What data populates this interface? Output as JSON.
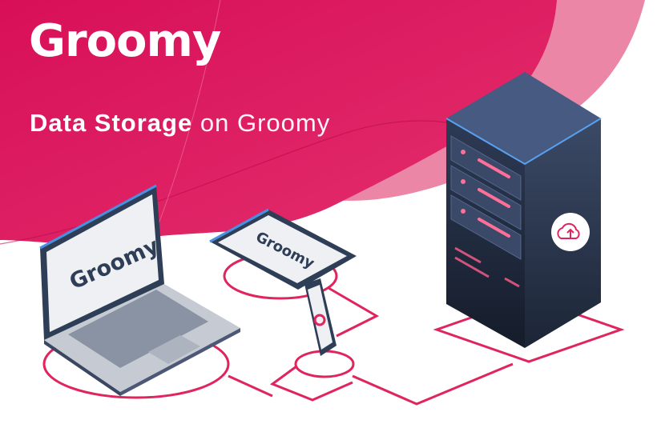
{
  "brand": {
    "logo_text": "Groomy"
  },
  "headline": {
    "bold": "Data Storage",
    "light": "on Groomy"
  },
  "devices": {
    "laptop_screen_text": "Groomy",
    "tablet_screen_text": "Groomy"
  },
  "icons": {
    "server_badge": "cloud-upload-icon"
  },
  "colors": {
    "brand_pink": "#dc1259",
    "light_pink": "#ec86a6",
    "navy": "#2f3e57",
    "accent_blue": "#4a90e2"
  }
}
